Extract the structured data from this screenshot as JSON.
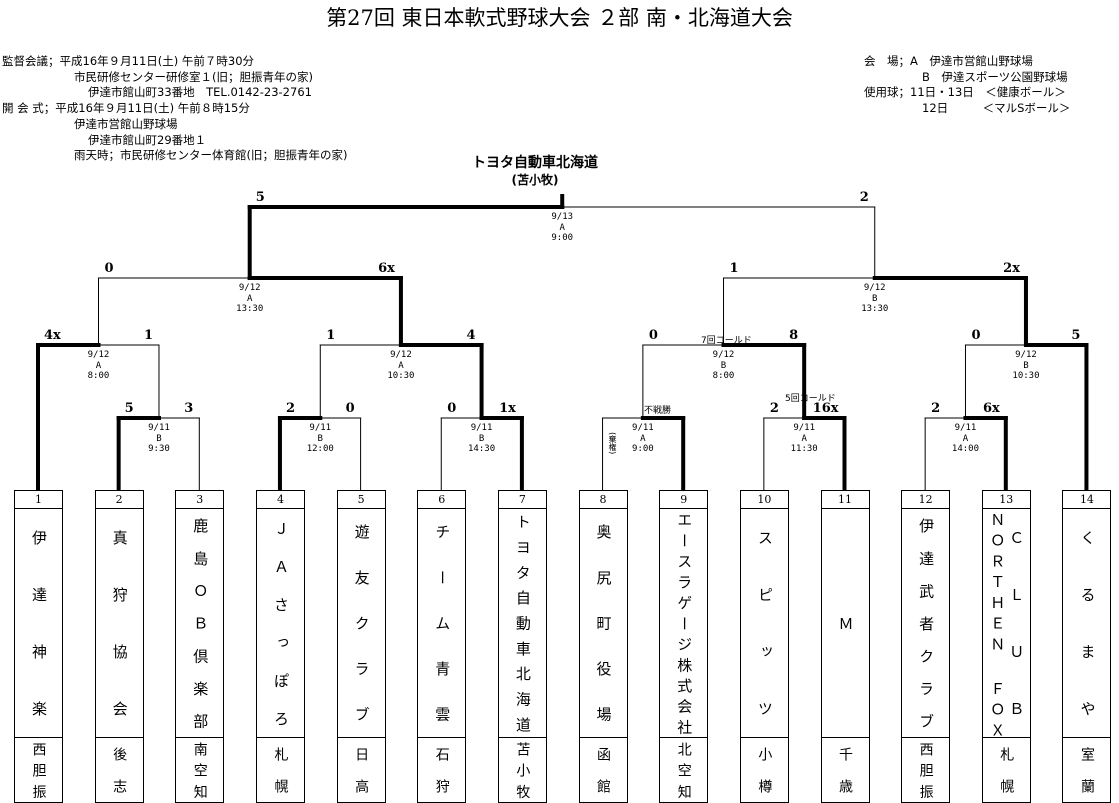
{
  "title": "第27回 東日本軟式野球大会 ２部 南・北海道大会",
  "info_left": [
    "監督会議；平成16年９月11日(土) 午前７時30分",
    "市民研修センター研修室１(旧；胆振青年の家)",
    "伊達市館山町33番地　TEL.0142-23-2761",
    "開 会 式；平成16年９月11日(土) 午前８時15分",
    "伊達市営館山野球場",
    "伊達市館山町29番地１",
    "雨天時；市民研修センター体育館(旧；胆振青年の家)"
  ],
  "info_right": [
    "会　場；A　伊達市営館山野球場",
    "B　伊達スポーツ公園野球場",
    "使用球；11日・13日　＜健康ボール＞",
    "12日　　　＜マルSボール＞"
  ],
  "champion": {
    "name": "トヨタ自動車北海道",
    "region": "(苫小牧)"
  },
  "teams": [
    {
      "num": "1",
      "name": "伊達神楽",
      "region": "西胆振"
    },
    {
      "num": "2",
      "name": "真狩協会",
      "region": "後志"
    },
    {
      "num": "3",
      "name": "鹿島ＯＢ倶楽部",
      "region": "南空知"
    },
    {
      "num": "4",
      "name": "ＪＡさっぽろ",
      "region": "札幌"
    },
    {
      "num": "5",
      "name": "遊友クラブ",
      "region": "日高"
    },
    {
      "num": "6",
      "name": "チーム青雲",
      "region": "石狩"
    },
    {
      "num": "7",
      "name": "トヨタ自動車北海道",
      "region": "苫小牧"
    },
    {
      "num": "8",
      "name": "奥尻町役場",
      "region": "函館"
    },
    {
      "num": "9",
      "name": "エースラゲージ株式会社",
      "region": "北空知"
    },
    {
      "num": "10",
      "name": "スピッツ",
      "region": "小樽"
    },
    {
      "num": "11",
      "name": "Ｍ",
      "region": "千歳"
    },
    {
      "num": "12",
      "name": "伊達武者クラブ",
      "region": "西胆振"
    },
    {
      "num": "13",
      "name": "ＣＬＵＢ",
      "name2": "ＮＯＲＴＨＥＮ ＦＯＸ",
      "region": "札幌"
    },
    {
      "num": "14",
      "name": "くるまや",
      "region": "室蘭"
    }
  ],
  "matches": [
    {
      "left": "5",
      "right": "3",
      "winner": "L",
      "date": "9/11",
      "field": "B",
      "time": "9:30"
    },
    {
      "left": "2",
      "right": "0",
      "winner": "L",
      "date": "9/11",
      "field": "B",
      "time": "12:00"
    },
    {
      "left": "0",
      "right": "1x",
      "winner": "R",
      "date": "9/11",
      "field": "B",
      "time": "14:30"
    },
    {
      "left": "",
      "right": "",
      "winner": "R",
      "date": "9/11",
      "field": "A",
      "time": "9:00",
      "note": "不戦勝",
      "left_note": "(棄権)"
    },
    {
      "left": "2",
      "right": "16x",
      "winner": "R",
      "date": "9/11",
      "field": "A",
      "time": "11:30",
      "note": "5回コールド"
    },
    {
      "left": "2",
      "right": "6x",
      "winner": "R",
      "date": "9/11",
      "field": "A",
      "time": "14:00"
    },
    {
      "left": "4x",
      "right": "1",
      "winner": "L",
      "date": "9/12",
      "field": "A",
      "time": "8:00"
    },
    {
      "left": "1",
      "right": "4",
      "winner": "R",
      "date": "9/12",
      "field": "A",
      "time": "10:30"
    },
    {
      "left": "0",
      "right": "8",
      "winner": "R",
      "date": "9/12",
      "field": "B",
      "time": "8:00",
      "note": "7回コールド"
    },
    {
      "left": "0",
      "right": "5",
      "winner": "R",
      "date": "9/12",
      "field": "B",
      "time": "10:30"
    },
    {
      "left": "0",
      "right": "6x",
      "winner": "R",
      "date": "9/12",
      "field": "A",
      "time": "13:30"
    },
    {
      "left": "1",
      "right": "2x",
      "winner": "R",
      "date": "9/12",
      "field": "B",
      "time": "13:30"
    },
    {
      "left": "5",
      "right": "2",
      "winner": "L",
      "date": "9/13",
      "field": "A",
      "time": "9:00"
    }
  ]
}
